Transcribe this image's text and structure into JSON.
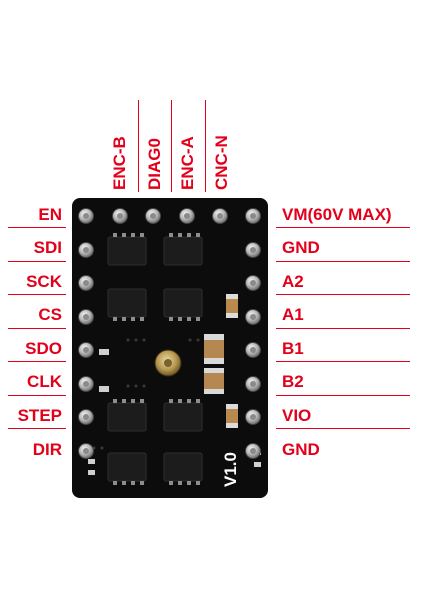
{
  "left_pins": [
    "EN",
    "SDI",
    "SCK",
    "CS",
    "SDO",
    "CLK",
    "STEP",
    "DIR"
  ],
  "right_pins": [
    "VM(60V MAX)",
    "GND",
    "A2",
    "A1",
    "B1",
    "B2",
    "VIO",
    "GND"
  ],
  "top_pins": [
    "ENC-B",
    "DIAG0",
    "ENC-A",
    "CNC-N"
  ],
  "board": {
    "version": "V1.0"
  },
  "colors": {
    "label": "#e3001b",
    "pcb": "#0c0c0c",
    "pin": "#c9c9c9"
  }
}
